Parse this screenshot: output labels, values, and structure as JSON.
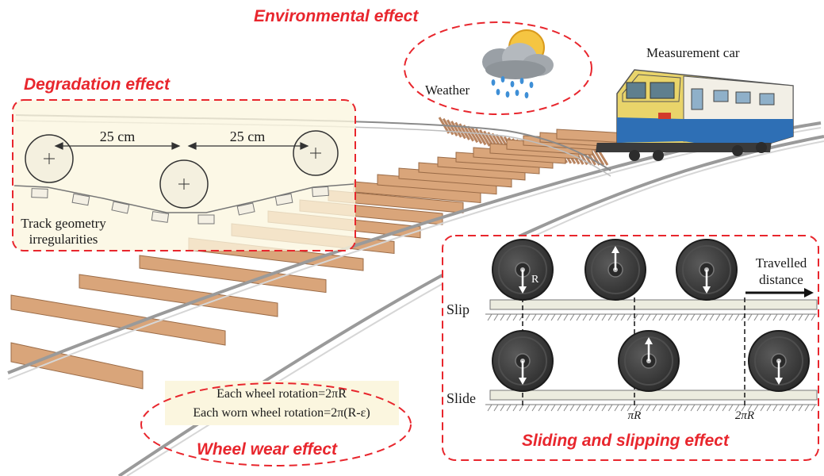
{
  "labels": {
    "environmental_effect": "Environmental effect",
    "degradation_effect": "Degradation effect",
    "wheel_wear_effect": "Wheel wear effect",
    "sliding_slipping_effect": "Sliding and slipping effect",
    "weather": "Weather",
    "measurement_car": "Measurement car",
    "spacing_left": "25 cm",
    "spacing_right": "25 cm",
    "track_geometry_line1": "Track geometry",
    "track_geometry_line2": "irregularities",
    "wheel_rotation_line1": "Each wheel rotation=2πR",
    "wheel_rotation_line2": "Each worn wheel rotation=2π(R-ε)",
    "travelled_line1": "Travelled",
    "travelled_line2": "distance",
    "slip": "Slip",
    "slide": "Slide",
    "radius_label": "R",
    "pi_r": "πR",
    "two_pi_r": "2πR"
  },
  "colors": {
    "accent_red": "#e8262d",
    "sleeper_wood": "#d9a57a",
    "wheel_dark": "#3a3a3a",
    "train_blue": "#2e6fb5",
    "train_yellow": "#e9d46a"
  },
  "icons": [
    "weather-cloud-sun-rain-icon",
    "train-locomotive-icon",
    "wheel-icon"
  ]
}
